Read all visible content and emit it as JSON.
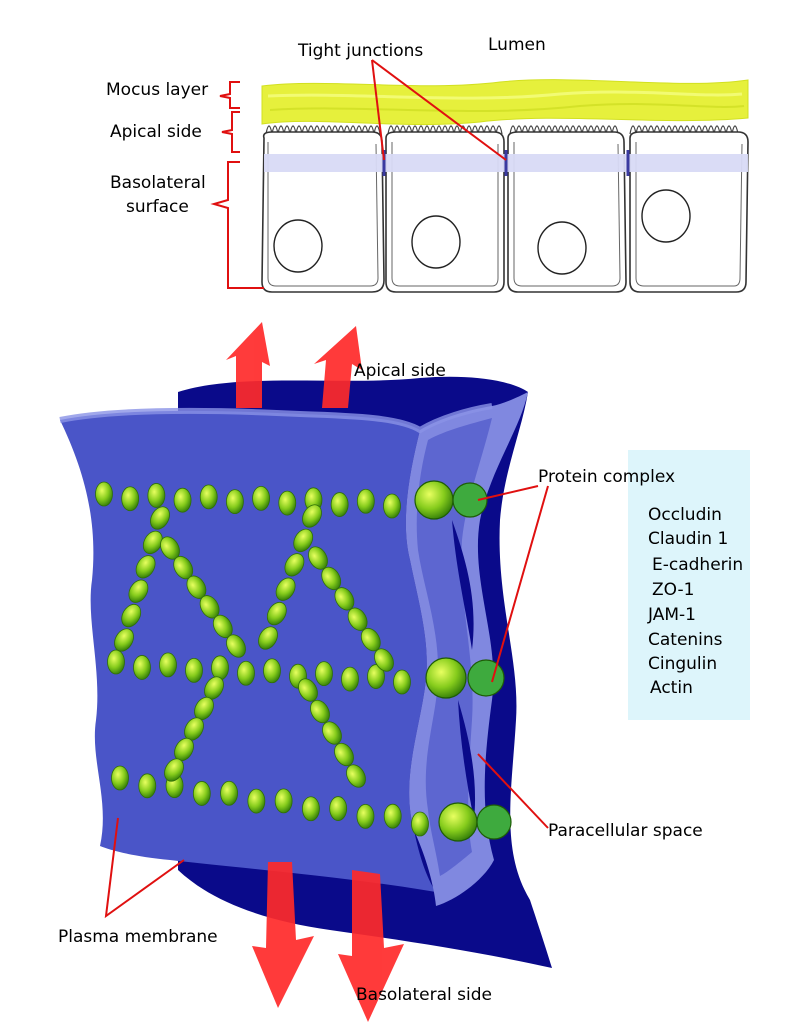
{
  "top_panel": {
    "labels": {
      "tight_junctions": "Tight junctions",
      "lumen": "Lumen",
      "mucus_layer": "Mocus layer",
      "apical_side": "Apical side",
      "basolateral_line1": "Basolateral",
      "basolateral_line2": "surface"
    }
  },
  "bottom_panel": {
    "labels": {
      "apical_side": "Apical side",
      "protein_complex": "Protein complex",
      "paracellular_space": "Paracellular space",
      "plasma_membrane": "Plasma membrane",
      "basolateral_side": "Basolateral side"
    },
    "protein_list": [
      "Occludin",
      "Claudin 1",
      "E-cadherin",
      "ZO-1",
      "JAM-1",
      "Catenins",
      "Cingulin",
      "Actin"
    ]
  },
  "colors": {
    "membrane_front": "#4a55c8",
    "membrane_back": "#0a0a8a",
    "membrane_edge": "#8088e0",
    "protein_green": "#7ec81e",
    "arrow_red": "#ff2a2a",
    "callout_red": "#e01010",
    "mucus_yellow": "#e6f03c",
    "junction_band": "#d8daf6",
    "protein_box": "#ddf5fb"
  }
}
